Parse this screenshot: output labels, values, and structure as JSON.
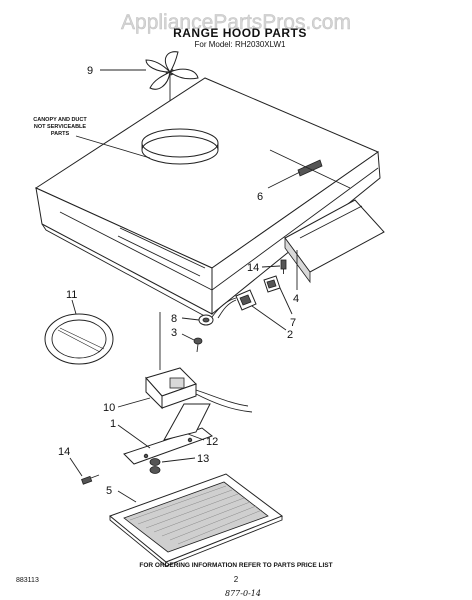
{
  "watermark": "AppliancePartsPros.com",
  "title": "RANGE HOOD PARTS",
  "model": "For Model: RH2030XLW1",
  "canopy_note": [
    "CANOPY AND DUCT",
    "NOT SERVICEABLE",
    "PARTS"
  ],
  "callouts": {
    "c9": "9",
    "c6": "6",
    "c14a": "14",
    "c4": "4",
    "c7": "7",
    "c2": "2",
    "c8": "8",
    "c3": "3",
    "c11": "11",
    "c10": "10",
    "c1": "1",
    "c12": "12",
    "c13": "13",
    "c14b": "14",
    "c5": "5"
  },
  "footer": {
    "ordering": "FOR ORDERING INFORMATION REFER TO PARTS PRICE LIST",
    "doc_code": "883113",
    "page": "2",
    "handwritten": "877-0-14"
  }
}
